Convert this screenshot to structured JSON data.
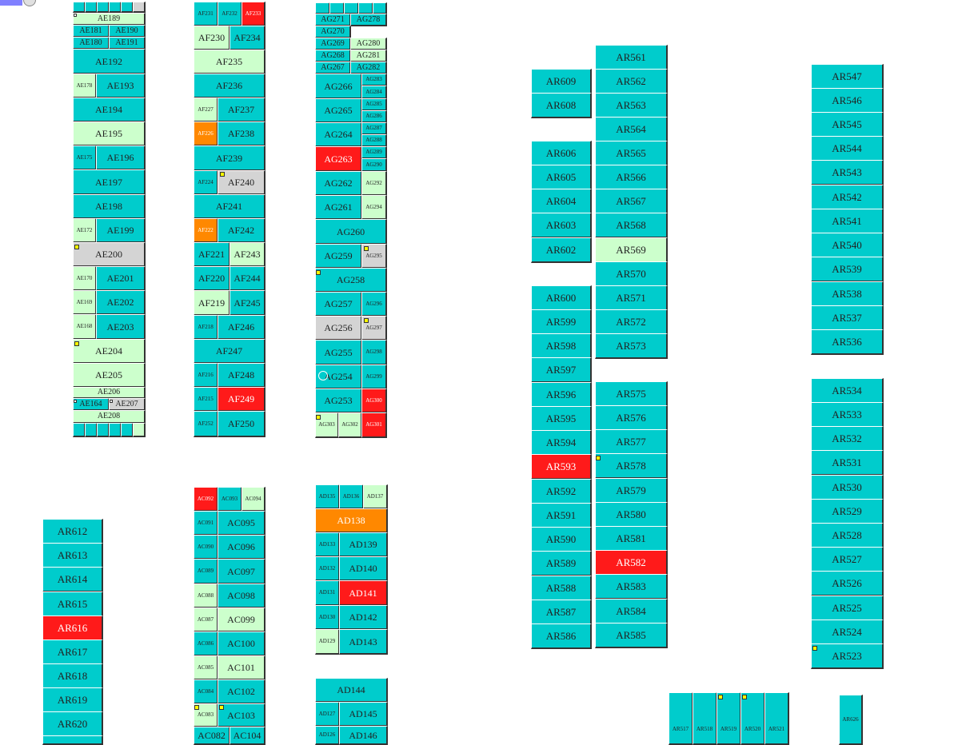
{
  "colors": {
    "available": "#00cccc",
    "light": "#ccffcc",
    "grey": "#d4d4d4",
    "alert": "#ff1a1a",
    "warning": "#ff8800",
    "marker": "#ffff00"
  },
  "blocks": {
    "AE189": "AE189",
    "AE181": "AE181",
    "AE190": "AE190",
    "AE180": "AE180",
    "AE191": "AE191",
    "AE192": "AE192",
    "AE178": "AE178",
    "AE193": "AE193",
    "AE194": "AE194",
    "AE195": "AE195",
    "AE175": "AE175",
    "AE196": "AE196",
    "AE197": "AE197",
    "AE198": "AE198",
    "AE172": "AE172",
    "AE199": "AE199",
    "AE200": "AE200",
    "AE170": "AE170",
    "AE201": "AE201",
    "AE169": "AE169",
    "AE202": "AE202",
    "AE168": "AE168",
    "AE203": "AE203",
    "AE204": "AE204",
    "AE205": "AE205",
    "AE206": "AE206",
    "AE164": "AE164",
    "AE207": "AE207",
    "AE208": "AE208",
    "AF231": "AF231",
    "AF232": "AF232",
    "AF233": "AF233",
    "AF230": "AF230",
    "AF234": "AF234",
    "AF235": "AF235",
    "AF236": "AF236",
    "AF227": "AF227",
    "AF237": "AF237",
    "AF226": "AF226",
    "AF238": "AF238",
    "AF239": "AF239",
    "AF224": "AF224",
    "AF240": "AF240",
    "AF241": "AF241",
    "AF222": "AF222",
    "AF242": "AF242",
    "AF221": "AF221",
    "AF243": "AF243",
    "AF220": "AF220",
    "AF244": "AF244",
    "AF219": "AF219",
    "AF245": "AF245",
    "AF218": "AF218",
    "AF246": "AF246",
    "AF247": "AF247",
    "AF216": "AF216",
    "AF248": "AF248",
    "AF215": "AF215",
    "AF249": "AF249",
    "AF252": "AF252",
    "AF250": "AF250",
    "AG271": "AG271",
    "AG278": "AG278",
    "AG270": "AG270",
    "AG269": "AG269",
    "AG280": "AG280",
    "AG268": "AG268",
    "AG281": "AG281",
    "AG267": "AG267",
    "AG282": "AG282",
    "AG266": "AG266",
    "AG283": "AG283",
    "AG284": "AG284",
    "AG265": "AG265",
    "AG285": "AG285",
    "AG286": "AG286",
    "AG264": "AG264",
    "AG287": "AG287",
    "AG288": "AG288",
    "AG263": "AG263",
    "AG289": "AG289",
    "AG290": "AG290",
    "AG262": "AG262",
    "AG292": "AG292",
    "AG261": "AG261",
    "AG294": "AG294",
    "AG260": "AG260",
    "AG259": "AG259",
    "AG295": "AG295",
    "AG258": "AG258",
    "AG257": "AG257",
    "AG296": "AG296",
    "AG256": "AG256",
    "AG297": "AG297",
    "AG255": "AG255",
    "AG298": "AG298",
    "AG254": "AG254",
    "AG299": "AG299",
    "AG253": "AG253",
    "AG300": "AG300",
    "AG303": "AG303",
    "AG302": "AG302",
    "AG301": "AG301",
    "AR561": "AR561",
    "AR609": "AR609",
    "AR562": "AR562",
    "AR608": "AR608",
    "AR563": "AR563",
    "AR564": "AR564",
    "AR606": "AR606",
    "AR565": "AR565",
    "AR605": "AR605",
    "AR566": "AR566",
    "AR604": "AR604",
    "AR567": "AR567",
    "AR603": "AR603",
    "AR568": "AR568",
    "AR602": "AR602",
    "AR569": "AR569",
    "AR570": "AR570",
    "AR600": "AR600",
    "AR571": "AR571",
    "AR599": "AR599",
    "AR572": "AR572",
    "AR598": "AR598",
    "AR573": "AR573",
    "AR597": "AR597",
    "AR596": "AR596",
    "AR575": "AR575",
    "AR595": "AR595",
    "AR576": "AR576",
    "AR594": "AR594",
    "AR577": "AR577",
    "AR593": "AR593",
    "AR578": "AR578",
    "AR592": "AR592",
    "AR579": "AR579",
    "AR591": "AR591",
    "AR580": "AR580",
    "AR590": "AR590",
    "AR581": "AR581",
    "AR589": "AR589",
    "AR582": "AR582",
    "AR588": "AR588",
    "AR583": "AR583",
    "AR587": "AR587",
    "AR584": "AR584",
    "AR586": "AR586",
    "AR585": "AR585",
    "AR547": "AR547",
    "AR546": "AR546",
    "AR545": "AR545",
    "AR544": "AR544",
    "AR543": "AR543",
    "AR542": "AR542",
    "AR541": "AR541",
    "AR540": "AR540",
    "AR539": "AR539",
    "AR538": "AR538",
    "AR537": "AR537",
    "AR536": "AR536",
    "AR534": "AR534",
    "AR533": "AR533",
    "AR532": "AR532",
    "AR531": "AR531",
    "AR530": "AR530",
    "AR529": "AR529",
    "AR528": "AR528",
    "AR527": "AR527",
    "AR526": "AR526",
    "AR525": "AR525",
    "AR524": "AR524",
    "AR523": "AR523",
    "AR612": "AR612",
    "AR613": "AR613",
    "AR614": "AR614",
    "AR615": "AR615",
    "AR616": "AR616",
    "AR617": "AR617",
    "AR618": "AR618",
    "AR619": "AR619",
    "AR620": "AR620",
    "AC092": "AC092",
    "AC093": "AC093",
    "AC094": "AC094",
    "AC091": "AC091",
    "AC095": "AC095",
    "AC090": "AC090",
    "AC096": "AC096",
    "AC089": "AC089",
    "AC097": "AC097",
    "AC088": "AC088",
    "AC098": "AC098",
    "AC087": "AC087",
    "AC099": "AC099",
    "AC086": "AC086",
    "AC100": "AC100",
    "AC085": "AC085",
    "AC101": "AC101",
    "AC084": "AC084",
    "AC102": "AC102",
    "AC083": "AC083",
    "AC103": "AC103",
    "AC082": "AC082",
    "AC104": "AC104",
    "AD135": "AD135",
    "AD136": "AD136",
    "AD137": "AD137",
    "AD138": "AD138",
    "AD133": "AD133",
    "AD139": "AD139",
    "AD132": "AD132",
    "AD140": "AD140",
    "AD131": "AD131",
    "AD141": "AD141",
    "AD130": "AD130",
    "AD142": "AD142",
    "AD129": "AD129",
    "AD143": "AD143",
    "AD144": "AD144",
    "AD127": "AD127",
    "AD145": "AD145",
    "AD126": "AD126",
    "AD146": "AD146",
    "AR517": "AR517",
    "AR518": "AR518",
    "AR519": "AR519",
    "AR520": "AR520",
    "AR521": "AR521",
    "AR626": "AR626"
  }
}
